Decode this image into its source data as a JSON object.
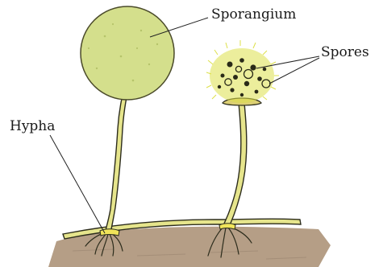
{
  "labels": {
    "sporangium": "Sporangium",
    "spores": "Spores",
    "hypha": "Hypha"
  },
  "colors": {
    "sporangium_fill": "#d4df8c",
    "sporangium_stroke": "#4a4a2a",
    "stalk_fill": "#e6e58c",
    "spore_mass": "#dde04a",
    "spore_dark": "#2a2a18",
    "soil": "#b59e86",
    "outline": "#2c2c1c",
    "leader_line": "#222222"
  }
}
